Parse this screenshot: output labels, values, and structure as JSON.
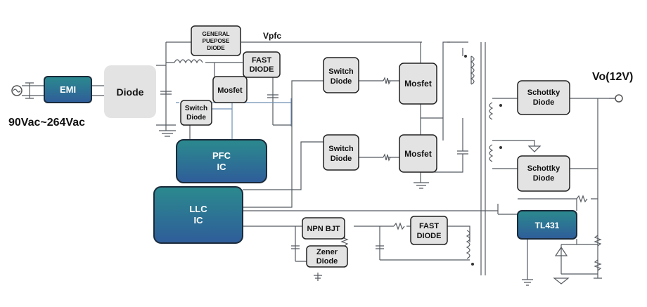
{
  "diagram": {
    "input_voltage": "90Vac~264Vac",
    "output_voltage": "Vo(12V)",
    "vpfc": "Vpfc",
    "blocks": {
      "emi": "EMI",
      "diode": "Diode",
      "general_purpose_diode": [
        "GENERAL",
        "PUEPOSE",
        "DIODE"
      ],
      "fast_diode_pfc": [
        "FAST",
        "DIODE"
      ],
      "mosfet_pfc": "Mosfet",
      "switch_diode_pfc": [
        "Switch",
        "Diode"
      ],
      "pfc_ic": [
        "PFC",
        "IC"
      ],
      "switch_diode_top": [
        "Switch",
        "Diode"
      ],
      "switch_diode_bottom": [
        "Switch",
        "Diode"
      ],
      "mosfet_top": "Mosfet",
      "mosfet_bottom": "Mosfet",
      "llc_ic": [
        "LLC",
        "IC"
      ],
      "npn_bjt": "NPN BJT",
      "zener_diode": [
        "Zener",
        "Diode"
      ],
      "fast_diode_aux": [
        "FAST",
        "DIODE"
      ],
      "schottky_top": [
        "Schottky",
        "Diode"
      ],
      "schottky_bottom": [
        "Schottky",
        "Diode"
      ],
      "tl431": "TL431"
    },
    "colors": {
      "block_fill": "#e3e3e3",
      "ic_gradient_top": "#2b8a8e",
      "ic_gradient_bottom": "#2f5d9a",
      "wire": "#555a60",
      "wire_blue": "#6f8fb3"
    }
  }
}
